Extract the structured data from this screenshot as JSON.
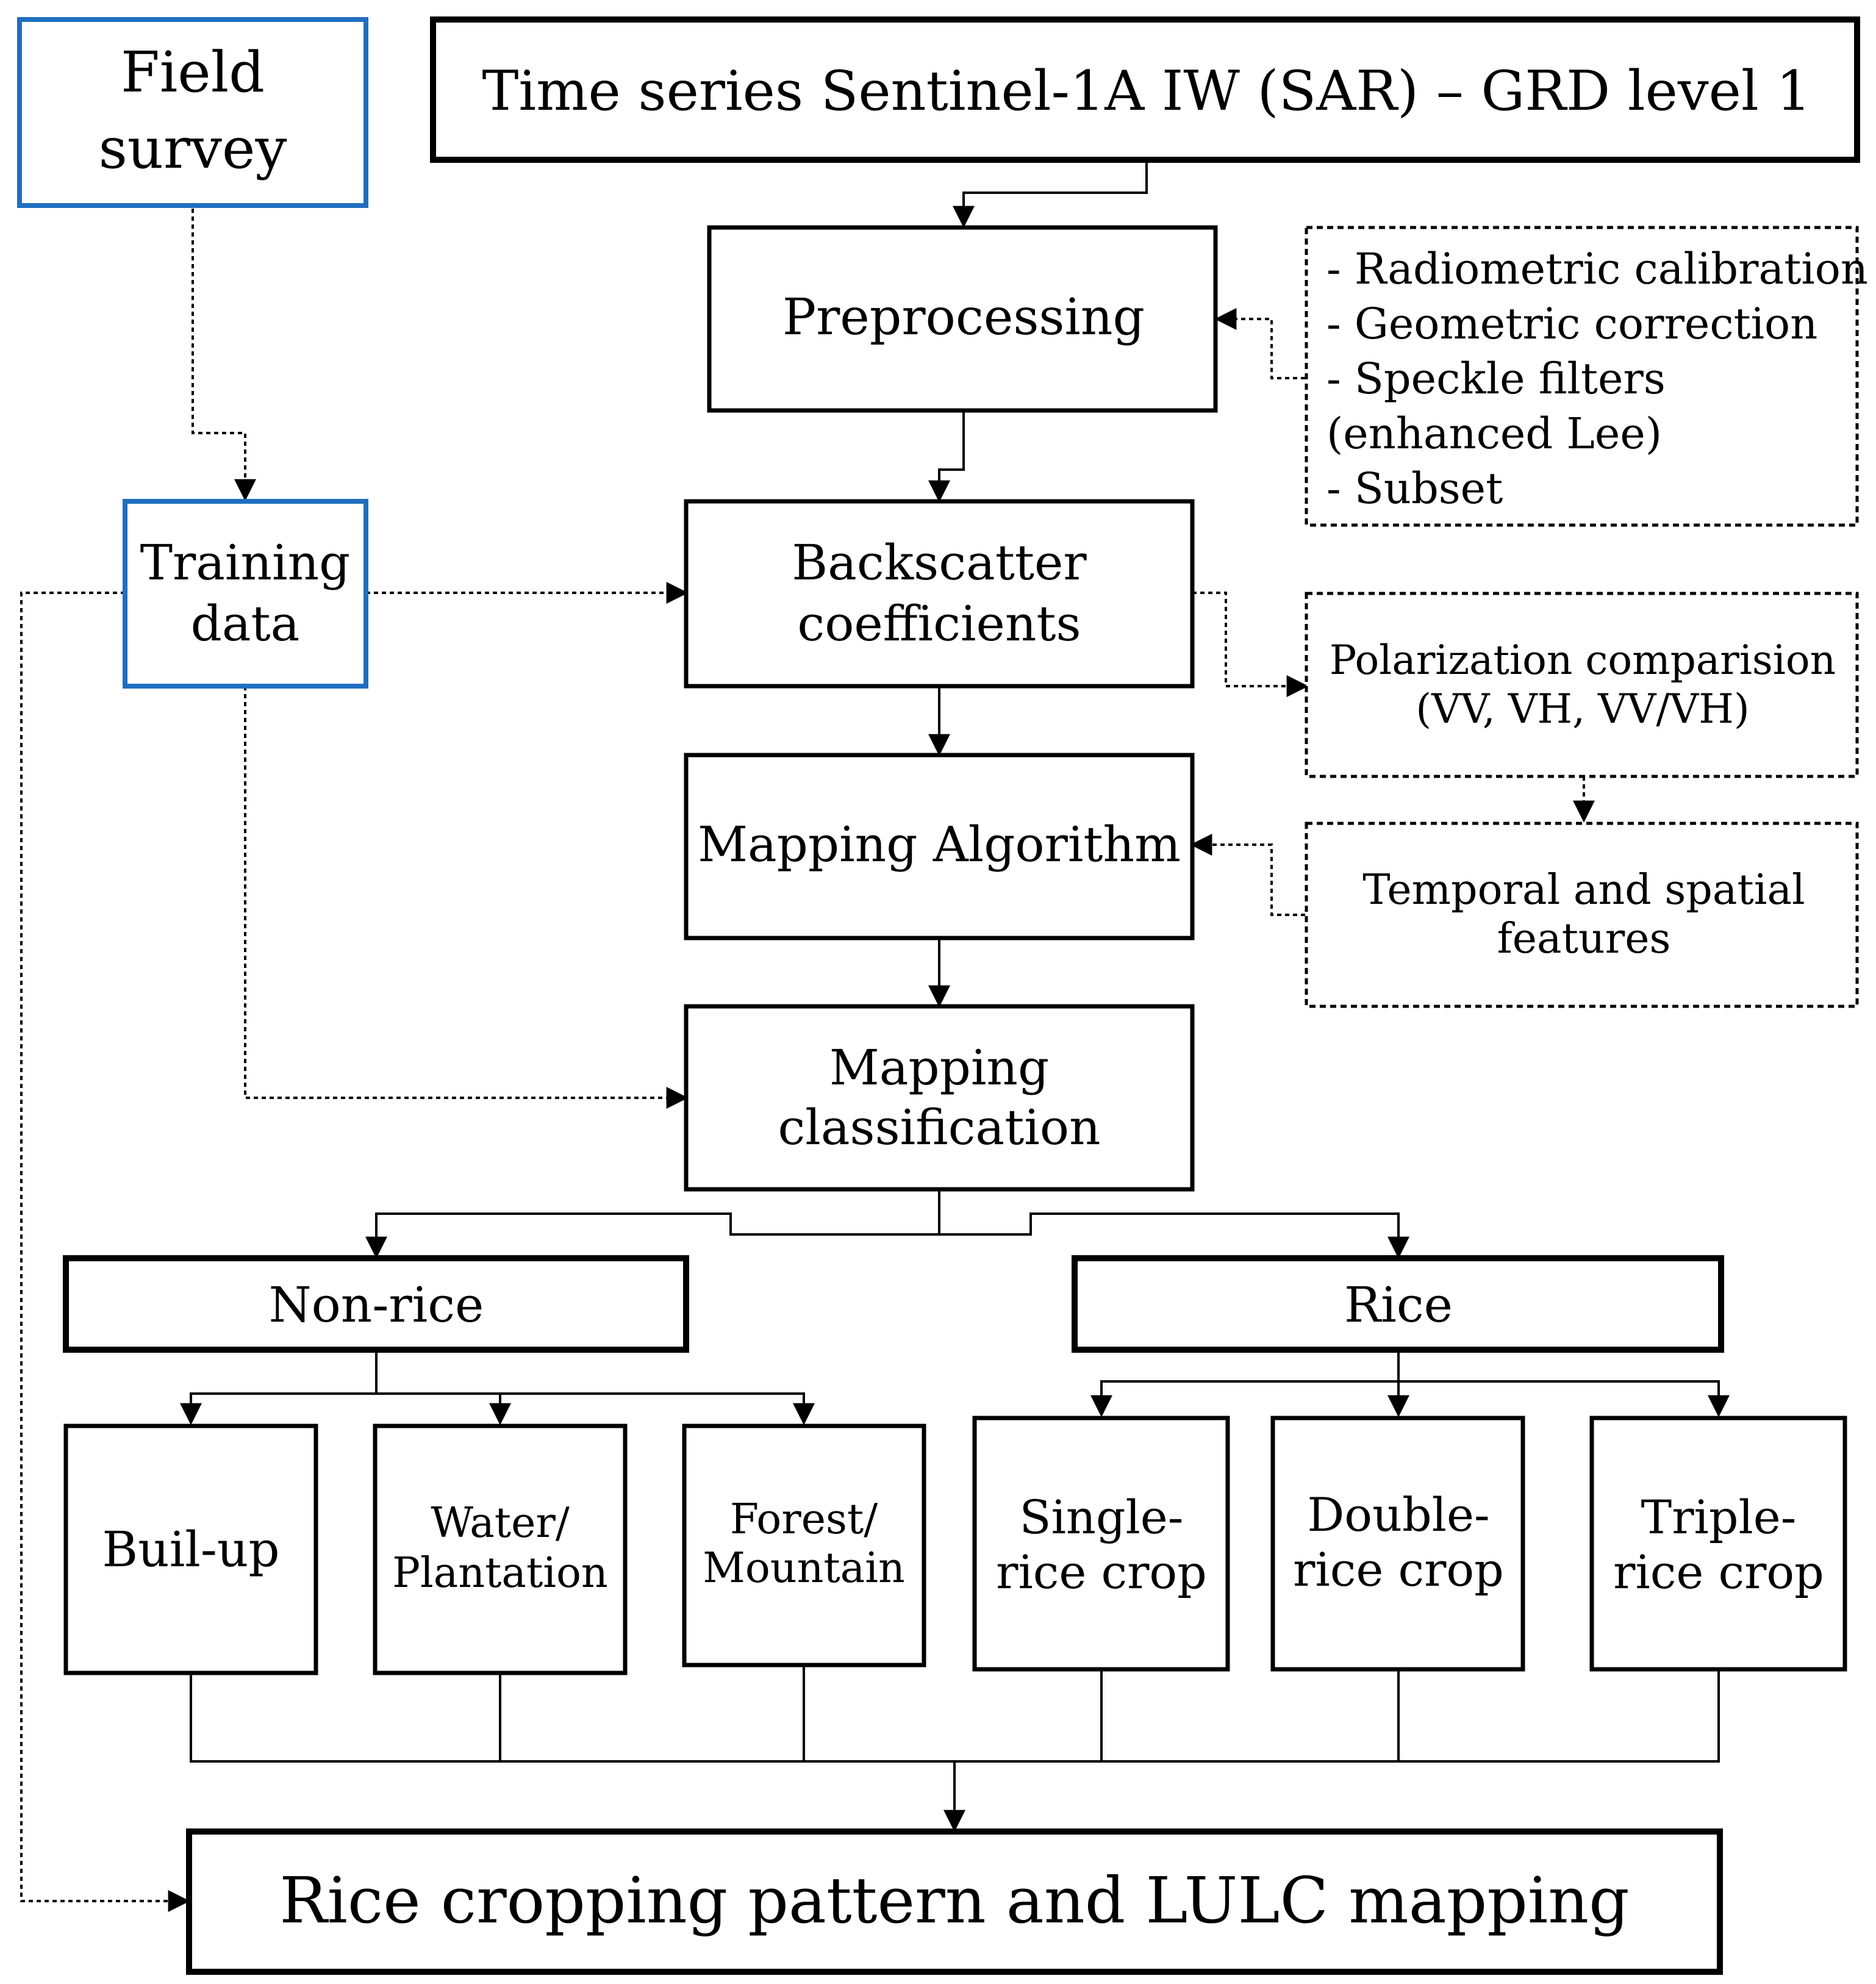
{
  "diagram": {
    "field_survey": [
      "Field",
      "survey"
    ],
    "sentinel": "Time series Sentinel-1A IW  (SAR) – GRD level 1",
    "preprocessing": "Preprocessing",
    "preprocessing_steps": [
      "- Radiometric calibration",
      "- Geometric correction",
      "- Speckle filters",
      "(enhanced Lee)",
      "- Subset"
    ],
    "training_data": [
      "Training",
      "data"
    ],
    "backscatter": [
      "Backscatter",
      "coefficients"
    ],
    "polarization": [
      "Polarization comparision",
      "(VV, VH, VV/VH)"
    ],
    "mapping_algorithm": "Mapping Algorithm",
    "temporal_spatial": [
      "Temporal and spatial",
      "features"
    ],
    "mapping_classification": [
      "Mapping",
      "classification"
    ],
    "non_rice": "Non-rice",
    "rice": "Rice",
    "builup": "Buil-up",
    "water": [
      "Water/",
      "Plantation"
    ],
    "forest": [
      "Forest/",
      "Mountain"
    ],
    "single": [
      "Single-",
      "rice crop"
    ],
    "double": [
      "Double-",
      "rice crop"
    ],
    "triple": [
      "Triple-",
      "rice crop"
    ],
    "output": "Rice cropping pattern and LULC mapping"
  },
  "colors": {
    "outline": "#000000",
    "data_source_outline": "#1f6fbf",
    "background": "#ffffff"
  }
}
